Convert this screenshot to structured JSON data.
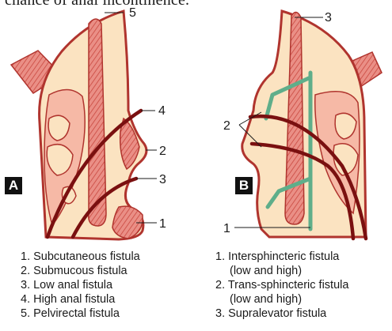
{
  "top_fragment": "chance of anal incontinence.",
  "panels": [
    {
      "letter": "A",
      "callouts": [
        "5",
        "4",
        "2",
        "3",
        "1"
      ],
      "legend": [
        "1. Subcutaneous fistula",
        "2. Submucous fistula",
        "3. Low anal fistula",
        "4. High anal fistula",
        "5. Pelvirectal fistula"
      ]
    },
    {
      "letter": "B",
      "callouts": [
        "3",
        "2",
        "1"
      ],
      "legend": [
        "1. Intersphincteric fistula",
        "(low and high)",
        "2. Trans-sphincteric fistula",
        "(low and high)",
        "3. Supralevator fistula"
      ]
    }
  ],
  "colors": {
    "tissue": "#fbe3c1",
    "outline": "#b0342e",
    "muscle": "#ea8f86",
    "fistula": "#7a1010",
    "green": "#5fae8a"
  }
}
